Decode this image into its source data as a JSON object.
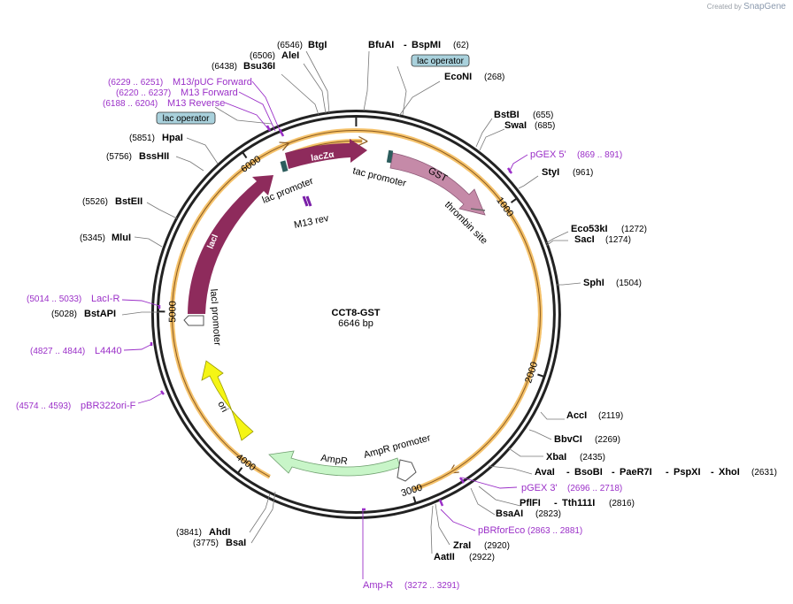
{
  "credit": {
    "prefix": "Created by",
    "brand": "SnapGene"
  },
  "plasmid": {
    "name": "CCT8-GST",
    "size_label": "6646 bp",
    "length": 6646
  },
  "ticks": [
    {
      "label": "1000",
      "bp": 1000
    },
    {
      "label": "2000",
      "bp": 2000
    },
    {
      "label": "3000",
      "bp": 3000
    },
    {
      "label": "4000",
      "bp": 4000
    },
    {
      "label": "5000",
      "bp": 5000
    },
    {
      "label": "6000",
      "bp": 6000
    }
  ],
  "enzymes": [
    {
      "name": "BtgI",
      "pos": "(6546)"
    },
    {
      "name": "AleI",
      "pos": "(6506)"
    },
    {
      "name": "Bsu36I",
      "pos": "(6438)"
    },
    {
      "name": "BfuAI",
      "pos": ""
    },
    {
      "name": "BspMI",
      "pos": "(62)"
    },
    {
      "name": "EcoNI",
      "pos": "(268)"
    },
    {
      "name": "BstBI",
      "pos": "(655)"
    },
    {
      "name": "SwaI",
      "pos": "(685)"
    },
    {
      "name": "StyI",
      "pos": "(961)"
    },
    {
      "name": "Eco53kI",
      "pos": "(1272)"
    },
    {
      "name": "SacI",
      "pos": "(1274)"
    },
    {
      "name": "SphI",
      "pos": "(1504)"
    },
    {
      "name": "AccI",
      "pos": "(2119)"
    },
    {
      "name": "BbvCI",
      "pos": "(2269)"
    },
    {
      "name": "XbaI",
      "pos": "(2435)"
    },
    {
      "name": "AvaI",
      "pos": ""
    },
    {
      "name": "BsoBI",
      "pos": ""
    },
    {
      "name": "PaeR7I",
      "pos": ""
    },
    {
      "name": "PspXI",
      "pos": ""
    },
    {
      "name": "XhoI",
      "pos": "(2631)"
    },
    {
      "name": "PflFI",
      "pos": ""
    },
    {
      "name": "Tth111I",
      "pos": "(2816)"
    },
    {
      "name": "BsaAI",
      "pos": "(2823)"
    },
    {
      "name": "ZraI",
      "pos": "(2920)"
    },
    {
      "name": "AatII",
      "pos": "(2922)"
    },
    {
      "name": "BsaI",
      "pos": "(3775)"
    },
    {
      "name": "AhdI",
      "pos": "(3841)"
    },
    {
      "name": "MluI",
      "pos": "(5345)"
    },
    {
      "name": "BstEII",
      "pos": "(5526)"
    },
    {
      "name": "BssHII",
      "pos": "(5756)"
    },
    {
      "name": "HpaI",
      "pos": "(5851)"
    },
    {
      "name": "BstAPI",
      "pos": "(5028)"
    }
  ],
  "primers": [
    {
      "name": "M13/pUC Forward",
      "range": "(6229 .. 6251)"
    },
    {
      "name": "M13 Forward",
      "range": "(6220 .. 6237)"
    },
    {
      "name": "M13 Reverse",
      "range": "(6188 .. 6204)"
    },
    {
      "name": "pGEX 5'",
      "range": "(869 .. 891)"
    },
    {
      "name": "pGEX 3'",
      "range": "(2696 .. 2718)"
    },
    {
      "name": "pBRforEco",
      "range": "(2863 .. 2881)"
    },
    {
      "name": "Amp-R",
      "range": "(3272 .. 3291)"
    },
    {
      "name": "pBR322ori-F",
      "range": "(4574 .. 4593)"
    },
    {
      "name": "L4440",
      "range": "(4827 .. 4844)"
    },
    {
      "name": "LacI-R",
      "range": "(5014 .. 5033)"
    }
  ],
  "boxed_labels": [
    "lac operator",
    "lac operator"
  ],
  "features": [
    {
      "name": "lacZα",
      "color": "#8e2b5c"
    },
    {
      "name": "lacI",
      "color": "#8e2b5c"
    },
    {
      "name": "GST",
      "color": "#c58aa8"
    },
    {
      "name": "ori",
      "color": "#f2f21a"
    },
    {
      "name": "AmpR",
      "color": "#c8f5c8"
    }
  ],
  "small_labels": [
    "lac promoter",
    "tac promoter",
    "thrombin site",
    "M13 rev",
    "lacI promoter",
    "AmpR promoter"
  ],
  "colors": {
    "orf": "#f5c26b",
    "orf_edge": "#c8832a",
    "backbone": "#222222",
    "primer": "#9b30c8",
    "operator_box": "#a9d1dc"
  }
}
